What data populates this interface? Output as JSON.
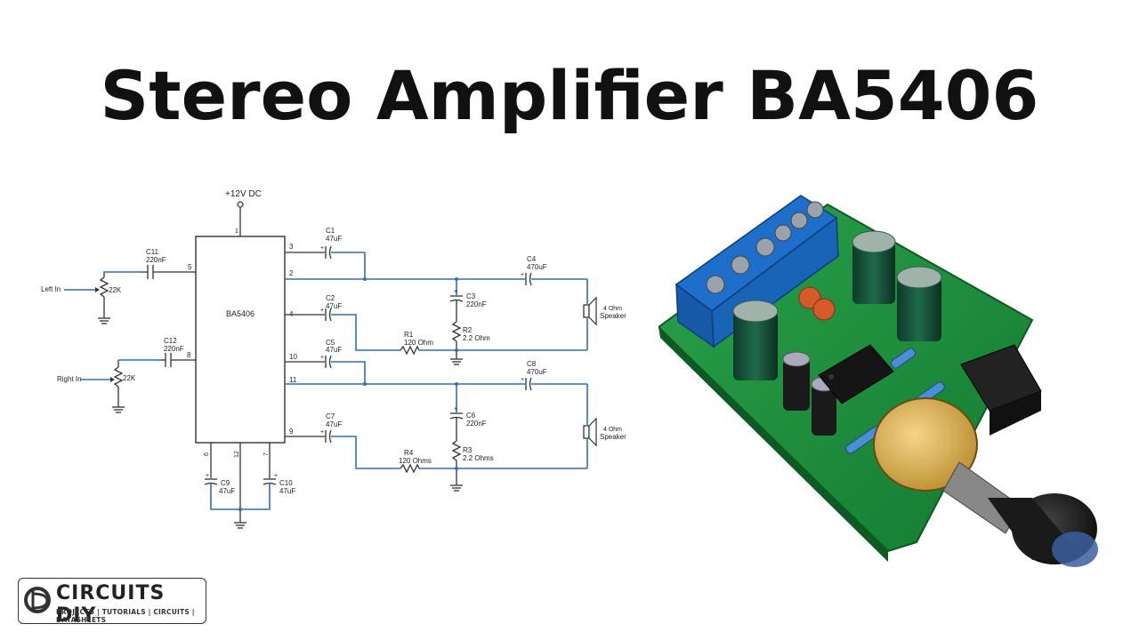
{
  "title": "Stereo Amplifier BA5406",
  "schematic": {
    "supply_label": "+12V DC",
    "ic_label": "BA5406",
    "left_input_label": "Left In",
    "right_input_label": "Right In",
    "pot_left_label": "22K",
    "pot_right_label": "22K",
    "pins": {
      "p1": "1",
      "p3": "3",
      "p2": "2",
      "p4": "4",
      "p5": "5",
      "p8": "8",
      "p10": "10",
      "p11": "11",
      "p9": "9",
      "p6": "6",
      "p12": "12",
      "p7": "7"
    },
    "components": {
      "c1_name": "C1",
      "c1_value": "47uF",
      "c2_name": "C2",
      "c2_value": "47uF",
      "c3_name": "C3",
      "c3_value": "220nF",
      "c4_name": "C4",
      "c4_value": "470uF",
      "c5_name": "C5",
      "c5_value": "47uF",
      "c6_name": "C6",
      "c6_value": "220nF",
      "c7_name": "C7",
      "c7_value": "47uF",
      "c8_name": "C8",
      "c8_value": "470uF",
      "c9_name": "C9",
      "c9_value": "47uF",
      "c10_name": "C10",
      "c10_value": "47uF",
      "c11_name": "C11",
      "c11_value": "220nF",
      "c12_name": "C12",
      "c12_value": "220nF",
      "r1_name": "R1",
      "r1_value": "120 Ohm",
      "r2_name": "R2",
      "r2_value": "2.2 Ohm",
      "r3_name": "R3",
      "r3_value": "2.2 Ohms",
      "r4_name": "R4",
      "r4_value": "120 Ohms"
    },
    "speaker_top_ohm": "4 Ohm",
    "speaker_top_label": "Speaker",
    "speaker_bottom_ohm": "4 Ohm",
    "speaker_bottom_label": "Speaker"
  },
  "logo": {
    "brand": "CIRCUITS DIY",
    "tagline": "PROJECTS | TUTORIALS | CIRCUITS | DATASHEETS"
  },
  "colors": {
    "wire": "#2f6fb6",
    "pcb": "#1f8a3a",
    "terminal": "#1e6fc9"
  }
}
